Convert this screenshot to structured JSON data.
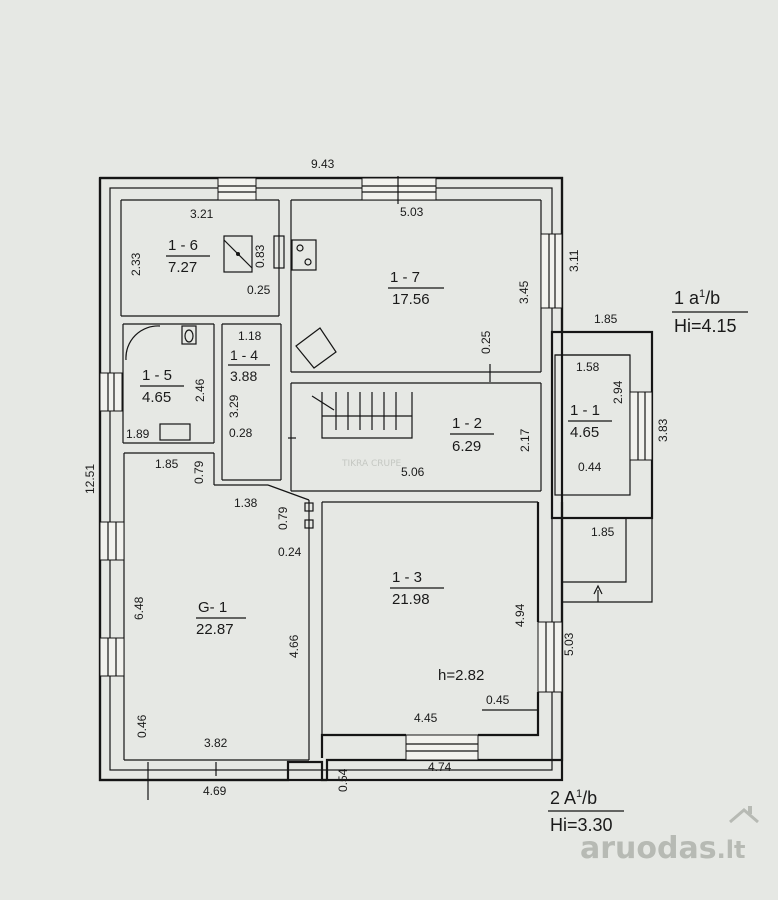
{
  "dims": {
    "top_total": "9.43",
    "left_total": "12.51",
    "d_3_21": "3.21",
    "d_2_33": "2.33",
    "d_0_83": "0.83",
    "d_0_25a": "0.25",
    "d_5_03a": "5.03",
    "d_3_11": "3.11",
    "d_3_45": "3.45",
    "d_0_25b": "0.25",
    "d_1_85a": "1.85",
    "d_1_18": "1.18",
    "d_2_46": "2.46",
    "d_3_29": "3.29",
    "d_1_89": "1.89",
    "d_0_28": "0.28",
    "d_2_17": "2.17",
    "d_5_06": "5.06",
    "d_1_58": "1.58",
    "d_2_94": "2.94",
    "d_3_83": "3.83",
    "d_0_44": "0.44",
    "d_1_85b": "1.85",
    "d_1_85c": "1.85",
    "d_0_79a": "0.79",
    "d_1_38": "1.38",
    "d_0_79b": "0.79",
    "d_0_24": "0.24",
    "d_6_48": "6.48",
    "d_4_66": "4.66",
    "d_4_94": "4.94",
    "d_5_03b": "5.03",
    "d_0_45": "0.45",
    "d_4_45": "4.45",
    "d_0_46": "0.46",
    "d_3_82": "3.82",
    "d_4_69": "4.69",
    "d_0_54": "0.54",
    "d_4_74": "4.74"
  },
  "rooms": [
    {
      "id": "1 - 6",
      "area": "7.27"
    },
    {
      "id": "1 - 7",
      "area": "17.56"
    },
    {
      "id": "1 - 5",
      "area": "4.65"
    },
    {
      "id": "1 - 4",
      "area": "3.88"
    },
    {
      "id": "1 - 2",
      "area": "6.29"
    },
    {
      "id": "1 - 1",
      "area": "4.65"
    },
    {
      "id": "G- 1",
      "area": "22.87"
    },
    {
      "id": "1 - 3",
      "area": "21.98"
    }
  ],
  "height_label": "h=2.82",
  "stamp_a": {
    "line1": "1 a",
    "sup": "1",
    "suffix": "/b",
    "line2": "Hi=4.15"
  },
  "stamp_b": {
    "line1": "2 A",
    "sup": "1",
    "suffix": "/b",
    "line2": "Hi=3.30"
  },
  "watermark": "aruodas",
  "watermark_tld": ".lt",
  "faint_stamp": "TIKRA CRUPE",
  "icons": [
    "electrical-panel-icon",
    "stove-icon",
    "toilet-icon",
    "sink-icon",
    "staircase-icon",
    "north-arrow-icon"
  ],
  "colors": {
    "paper": "#e6e8e4",
    "ink": "#151515",
    "watermark": "#b7bab4"
  }
}
